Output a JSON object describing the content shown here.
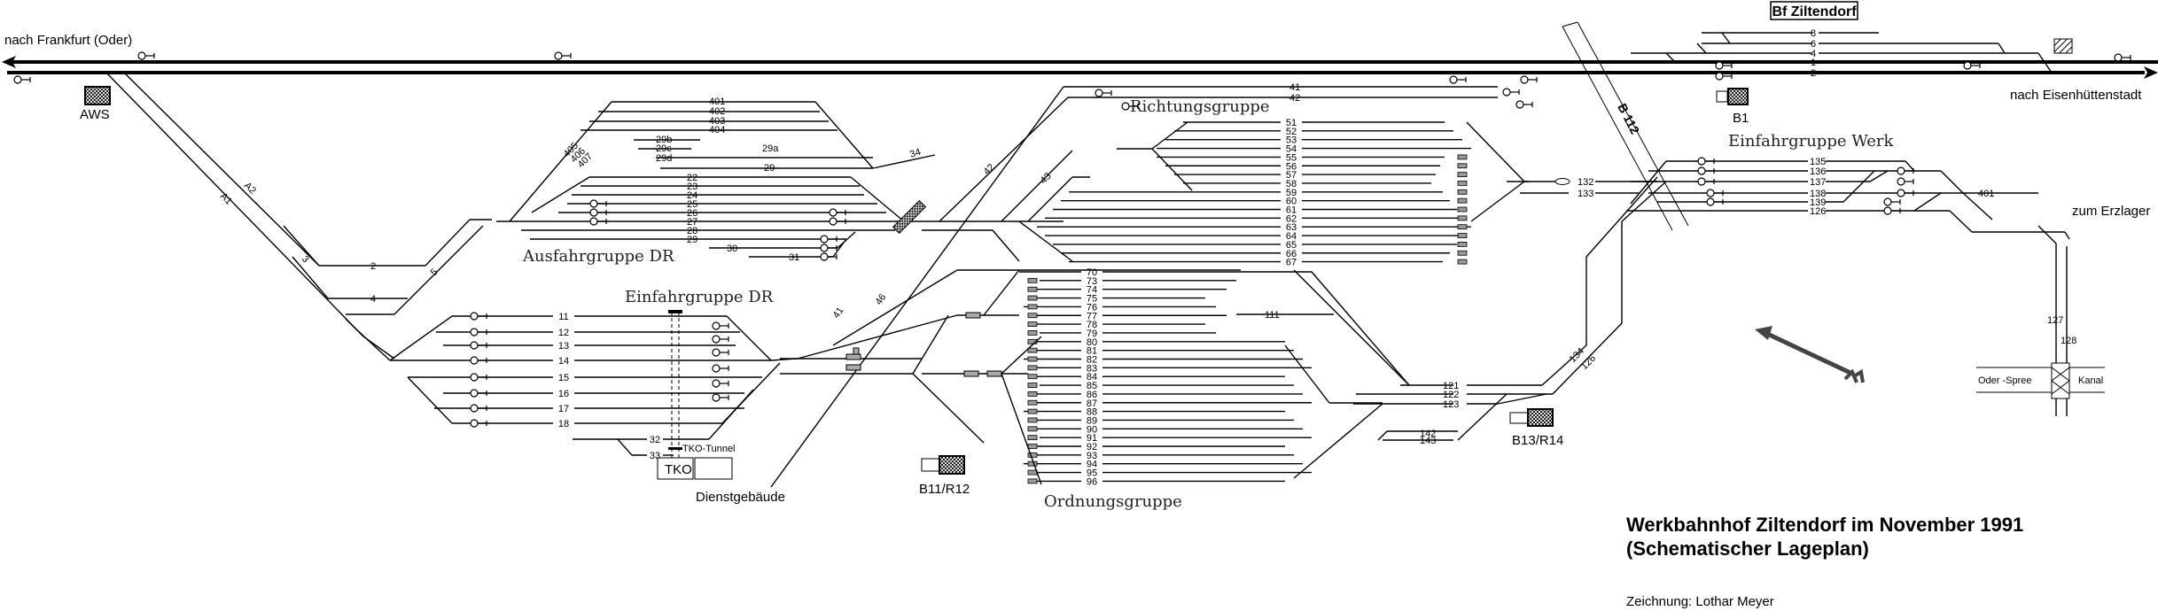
{
  "title": {
    "line1": "Werkbahnhof Ziltendorf im November 1991",
    "line2": "(Schematischer Lageplan)",
    "author": "Zeichnung: Lothar Meyer"
  },
  "station": {
    "name": "Bf Ziltendorf"
  },
  "directions": {
    "west": "nach Frankfurt (Oder)",
    "east": "nach Eisenhüttenstadt",
    "erzlager": "zum Erzlager",
    "erzlager_track": "401"
  },
  "buildings": {
    "aws": "AWS",
    "b1": "B1",
    "b11": "B11/R12",
    "b13": "B13/R14",
    "tko": "TKO",
    "tko_tunnel": "TKO-Tunnel",
    "dienst": "Dienstgebäude"
  },
  "road": {
    "name": "B 112"
  },
  "canal": {
    "left": "Oder -Spree",
    "right": "Kanal"
  },
  "groups": {
    "ausfahrt_dr": "Ausfahrgruppe DR",
    "einfahrt_dr": "Einfahrgruppe DR",
    "richtung": "Richtungsgruppe",
    "ordnung": "Ordnungsgruppe",
    "einfahrt_werk": "Einfahrgruppe Werk"
  },
  "tracks": {
    "main": [
      "1",
      "2",
      "4",
      "6",
      "8"
    ],
    "approach": [
      "A1",
      "A2",
      "2",
      "3",
      "4",
      "5"
    ],
    "ausfahrt_upper": [
      "401",
      "402",
      "403",
      "404",
      "405",
      "406",
      "407"
    ],
    "ausfahrt_29": [
      "29b",
      "29c",
      "29d",
      "29a",
      "29",
      "34"
    ],
    "ausfahrt": [
      "22",
      "23",
      "24",
      "25",
      "26",
      "27",
      "28",
      "29",
      "30",
      "31"
    ],
    "einfahrt_dr": [
      "11",
      "12",
      "13",
      "14",
      "15",
      "16",
      "17",
      "18",
      "32",
      "33"
    ],
    "connectors": [
      "41",
      "42",
      "43",
      "46"
    ],
    "richtung": [
      "51",
      "52",
      "53",
      "54",
      "55",
      "56",
      "57",
      "58",
      "59",
      "60",
      "61",
      "62",
      "63",
      "64",
      "65",
      "66",
      "67"
    ],
    "ordnung": [
      "70",
      "73",
      "74",
      "75",
      "76",
      "77",
      "78",
      "79",
      "80",
      "81",
      "82",
      "83",
      "84",
      "85",
      "86",
      "87",
      "88",
      "89",
      "90",
      "91",
      "92",
      "93",
      "94",
      "95",
      "96"
    ],
    "exit": [
      "111",
      "121",
      "122",
      "123",
      "142",
      "143",
      "132",
      "133",
      "134",
      "126"
    ],
    "werk": [
      "135",
      "136",
      "137",
      "138",
      "139",
      "126"
    ],
    "canal": [
      "127",
      "128"
    ]
  }
}
